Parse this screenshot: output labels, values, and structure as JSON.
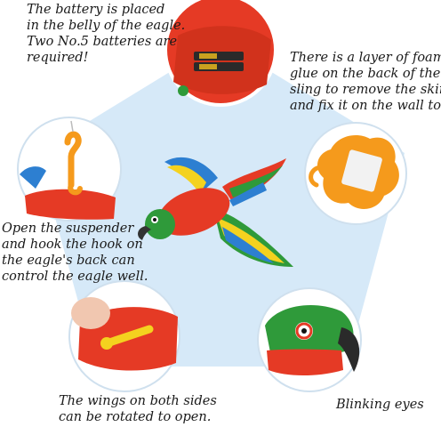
{
  "captions": {
    "battery": [
      "The battery is placed",
      "in the belly of the eagle.",
      "Two No.5 batteries are",
      "required!"
    ],
    "foam": [
      "There is a layer of foam",
      "glue on the back of the",
      "sling to remove the skin",
      "and fix it on the wall top."
    ],
    "hook": [
      "Open the suspender",
      "and hook the hook on",
      "the eagle's back can",
      "control the eagle well."
    ],
    "wings": [
      "The wings on both sides",
      "can be rotated to open."
    ],
    "eyes": [
      "Blinking eyes"
    ]
  },
  "colors": {
    "pentagon": "#d6e9f8",
    "ring": "#ffffff",
    "parrot_red": "#e53a25",
    "parrot_green": "#2f9a3a",
    "parrot_blue": "#2d7fd1",
    "parrot_yellow": "#f4d21f",
    "hook_orange": "#f59a1c"
  },
  "icons": [
    "parrot-toy-icon",
    "battery-icon",
    "hook-icon",
    "wall-clip-icon",
    "parrot-eye-icon",
    "wing-joint-icon"
  ]
}
